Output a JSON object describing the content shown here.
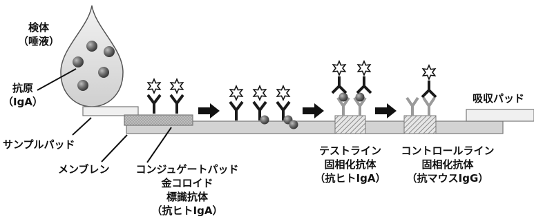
{
  "labels": {
    "specimen": "検体",
    "saliva": "（唾液）",
    "antigen": "抗原",
    "antigen_iga": "（IgA）",
    "sample_pad": "サンプルパッド",
    "membrane": "メンブレン",
    "conjugate_pad": "コンジュゲートパッド",
    "gold_colloid": "金コロイド",
    "labeled_antibody": "標識抗体",
    "anti_human_iga_1": "（抗ヒトIgA）",
    "test_line": "テストライン",
    "fixed_antibody_1": "固相化抗体",
    "anti_human_iga_2": "（抗ヒトIgA）",
    "control_line": "コントロールライン",
    "fixed_antibody_2": "固相化抗体",
    "anti_mouse_igg": "（抗マウスIgG）",
    "absorbent_pad": "吸収パッド"
  },
  "colors": {
    "antibody": "#1a1a1a",
    "capture_antibody": "#9a9a9a",
    "membrane_fill": "#d3d3d3",
    "gold_particle": "#6e6e6e",
    "arrow": "#111111"
  }
}
